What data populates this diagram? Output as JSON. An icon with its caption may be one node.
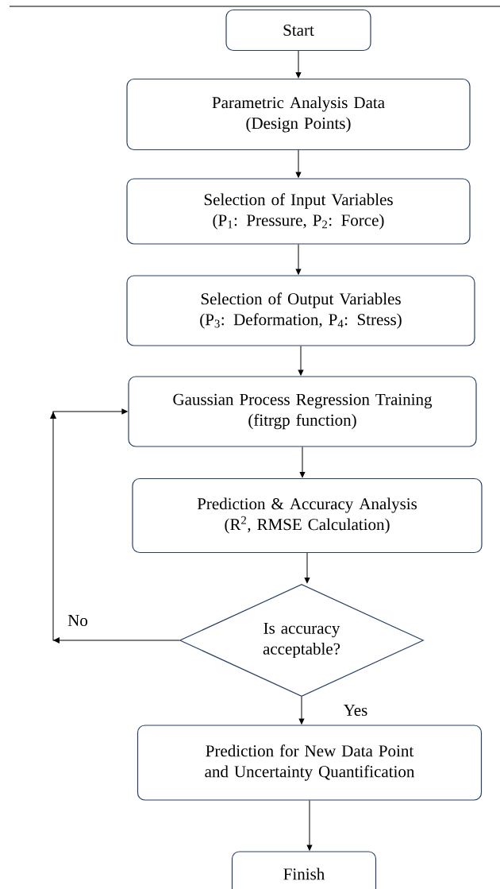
{
  "diagram": {
    "nodes": [
      {
        "text": [
          "Start"
        ]
      },
      {
        "text": [
          "Parametric Analysis Data",
          "(Design Points)"
        ]
      },
      {
        "text": [
          "Selection of Input Variables",
          "(P$_{1}$: Pressure, P$_{2}$: Force)"
        ]
      },
      {
        "text": [
          "Selection of Output Variables",
          "(P$_{3}$: Deformation, P$_{4}$: Stress)"
        ]
      },
      {
        "text": [
          "Gaussian Process Regression Training",
          "(fitrgp function)"
        ]
      },
      {
        "text": [
          "Prediction & Accuracy Analysis",
          "(R$^{2}$, RMSE Calculation)"
        ]
      },
      {
        "text": [
          "Is accuracy acceptable?"
        ]
      },
      {
        "text": [
          "Prediction for New Data Point and Uncertainty Quantification"
        ]
      },
      {
        "text": [
          "Finish"
        ]
      }
    ],
    "edges": [
      {
        "from": 0,
        "to": 1,
        "arrow": "to"
      },
      {
        "from": 1,
        "to": 2,
        "arrow": "to"
      },
      {
        "from": 2,
        "to": 3,
        "arrow": "to"
      },
      {
        "from": 3,
        "to": 4,
        "arrow": "to"
      },
      {
        "from": 4,
        "to": 5,
        "arrow": "to"
      },
      {
        "from": 5,
        "to": 6,
        "arrow": "to"
      },
      {
        "from": 6,
        "to": 4,
        "arrow": "to",
        "label": "No"
      },
      {
        "from": 6,
        "to": 7,
        "arrow": "to",
        "label": "Yes"
      },
      {
        "from": 7,
        "to": 8,
        "arrow": "to"
      }
    ]
  }
}
